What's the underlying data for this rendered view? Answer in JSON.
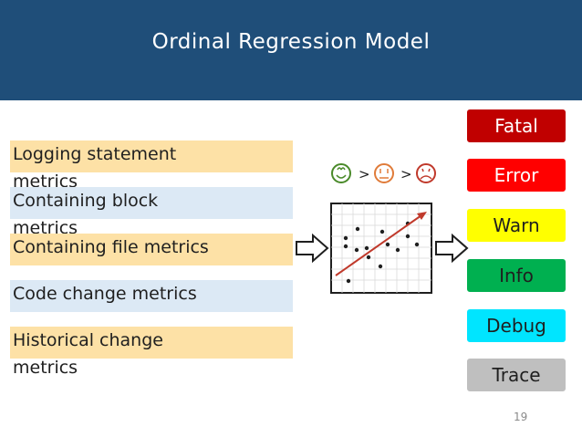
{
  "slide": {
    "title": "Ordinal Regression Model",
    "page_number": "19"
  },
  "metrics": [
    {
      "label": "Logging statement\nmetrics",
      "color": "#fde1a6"
    },
    {
      "label": "Containing block\nmetrics",
      "color": "#dce9f5"
    },
    {
      "label": "Containing file metrics",
      "color": "#fde1a6"
    },
    {
      "label": "Code change metrics",
      "color": "#dce9f5"
    },
    {
      "label": "Historical change\nmetrics",
      "color": "#fde1a6"
    }
  ],
  "faces": {
    "separators": [
      ">",
      ">"
    ],
    "icons": [
      "happy-face-icon",
      "neutral-face-icon",
      "sad-face-icon"
    ],
    "colors": [
      "#4a8a2a",
      "#e07b39",
      "#c0392b"
    ]
  },
  "log_levels": [
    {
      "label": "Fatal",
      "bg": "#c00000",
      "fg": "#ffffff"
    },
    {
      "label": "Error",
      "bg": "#ff0000",
      "fg": "#ffffff"
    },
    {
      "label": "Warn",
      "bg": "#ffff00",
      "fg": "#1f1f1f"
    },
    {
      "label": "Info",
      "bg": "#00b050",
      "fg": "#1f1f1f"
    },
    {
      "label": "Debug",
      "bg": "#00e5ff",
      "fg": "#1f1f1f"
    },
    {
      "label": "Trace",
      "bg": "#bfbfbf",
      "fg": "#1f1f1f"
    }
  ],
  "colors": {
    "header": "#1f4e79",
    "regression_line": "#c0392b"
  }
}
